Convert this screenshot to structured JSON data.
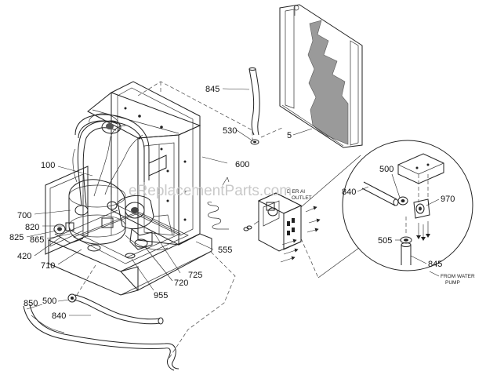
{
  "watermark": "eReplacementParts.com",
  "callouts": {
    "c845_top": "845",
    "c530": "530",
    "c5": "5",
    "c600": "600",
    "c100": "100",
    "c700": "700",
    "c820": "820",
    "c825": "825",
    "c865": "865",
    "c420": "420",
    "c710": "710",
    "c555": "555",
    "c725": "725",
    "c720": "720",
    "c955": "955",
    "c850": "850",
    "c500_bottom": "500",
    "c840_bottom": "840",
    "c500_detail": "500",
    "c840_detail": "840",
    "c970": "970",
    "c505": "505",
    "c845_detail": "845"
  },
  "notes": {
    "drain_outlet_1": "D ER AI",
    "drain_outlet_2": "OUTLET",
    "from_water_pump_1": "FROM WATER",
    "from_water_pump_2": "PUMP"
  }
}
